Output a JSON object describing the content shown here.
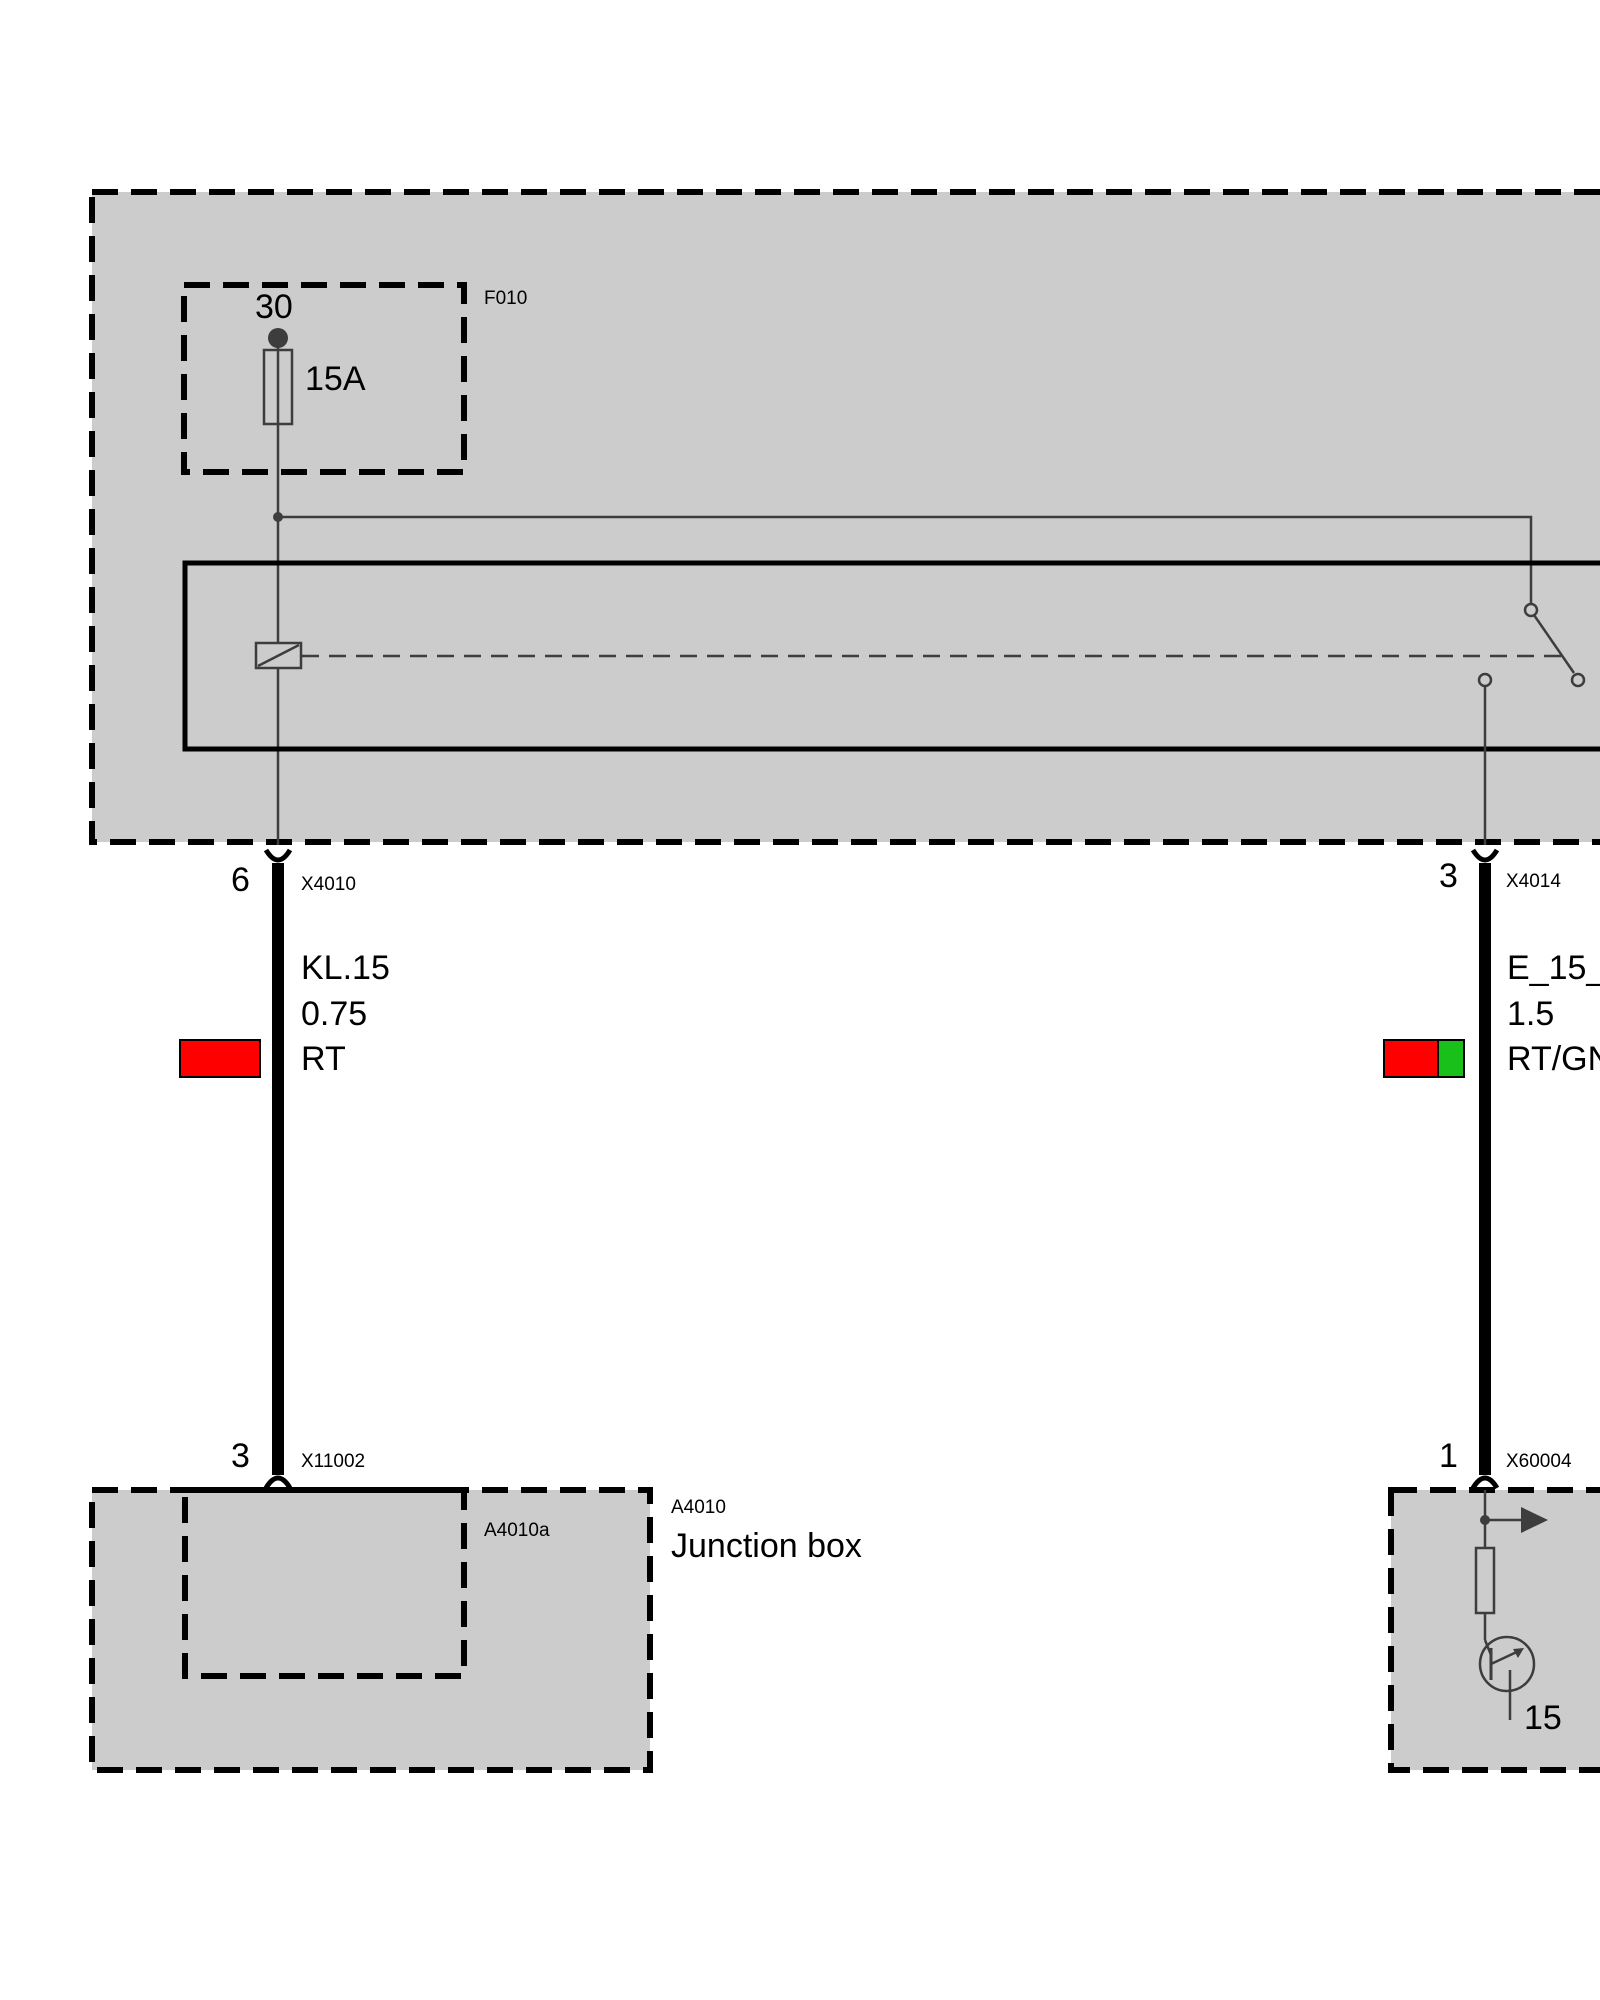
{
  "colors": {
    "module_fill": "#cccccc",
    "line": "#000000",
    "thin_line": "#3d3d3d",
    "wire_red": "#ff0000",
    "wire_green": "#19c019"
  },
  "top_module": {
    "fuse": {
      "id": "F010",
      "terminal": "30",
      "rating": "15A"
    }
  },
  "connectors": {
    "left_top": {
      "pin": "6",
      "id": "X4010"
    },
    "right_top": {
      "pin": "3",
      "id": "X4014"
    },
    "left_bottom": {
      "pin": "3",
      "id": "X11002"
    },
    "right_bottom": {
      "pin": "1",
      "id": "X60004"
    }
  },
  "wires": {
    "left": {
      "signal": "KL.15",
      "cross_section": "0.75",
      "color_code": "RT",
      "color_swatches": [
        "#ff0000"
      ]
    },
    "right": {
      "signal": "E_15_",
      "cross_section": "1.5",
      "color_code": "RT/GN",
      "color_swatches": [
        "#ff0000",
        "#19c019"
      ]
    }
  },
  "bottom_left_module": {
    "id": "A4010",
    "name": "Junction box",
    "sub_id": "A4010a"
  },
  "bottom_right_module": {
    "terminal": "15",
    "icons": [
      "output-arrow-icon",
      "resistor-icon",
      "transistor-icon"
    ]
  }
}
